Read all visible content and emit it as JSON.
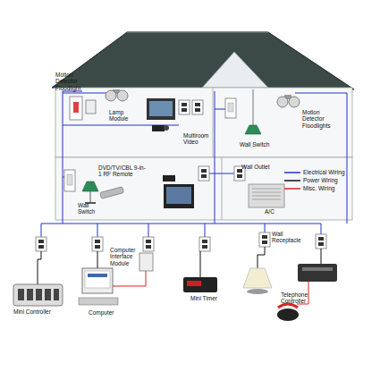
{
  "diagram": {
    "labels": [
      "Motion Detector Floodlight",
      "Lamp Module",
      "Multiroom Video",
      "Wall Switch",
      "Motion Detector Floodlights",
      "DVD/TV/CBL 9-in-1 RF Remote",
      "Wall Outlet",
      "A/C",
      "Wall Switch",
      "Computer Interface Module",
      "Wall Receptacle",
      "Mini Controller",
      "Computer",
      "Mini Timer",
      "Telephone Controller"
    ],
    "legend": [
      {
        "text": "Electrical Wiring"
      },
      {
        "text": "Power Wiring"
      },
      {
        "text": "Misc. Wiring"
      }
    ]
  }
}
